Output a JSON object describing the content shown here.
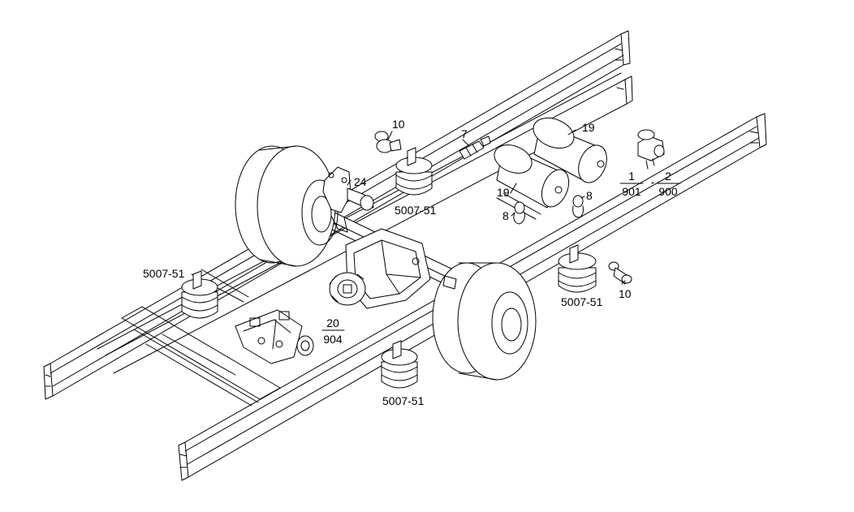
{
  "callouts": {
    "airspring_left": "5007-51",
    "airspring_top": "5007-51",
    "airspring_right": "5007-51",
    "airspring_bottom": "5007-51",
    "fitting_top": "10",
    "fitting_right": "10",
    "sensor": "7",
    "tank_top": "19",
    "tank_bottom": "19",
    "valve_a": "8",
    "valve_b": "8",
    "bracket": "24"
  },
  "fractions": {
    "valve_block": {
      "num": "20",
      "den": "904"
    },
    "ref_a": {
      "num": "1",
      "den": "901"
    },
    "ref_b": {
      "num": "2",
      "den": "900"
    }
  },
  "separator": "-"
}
